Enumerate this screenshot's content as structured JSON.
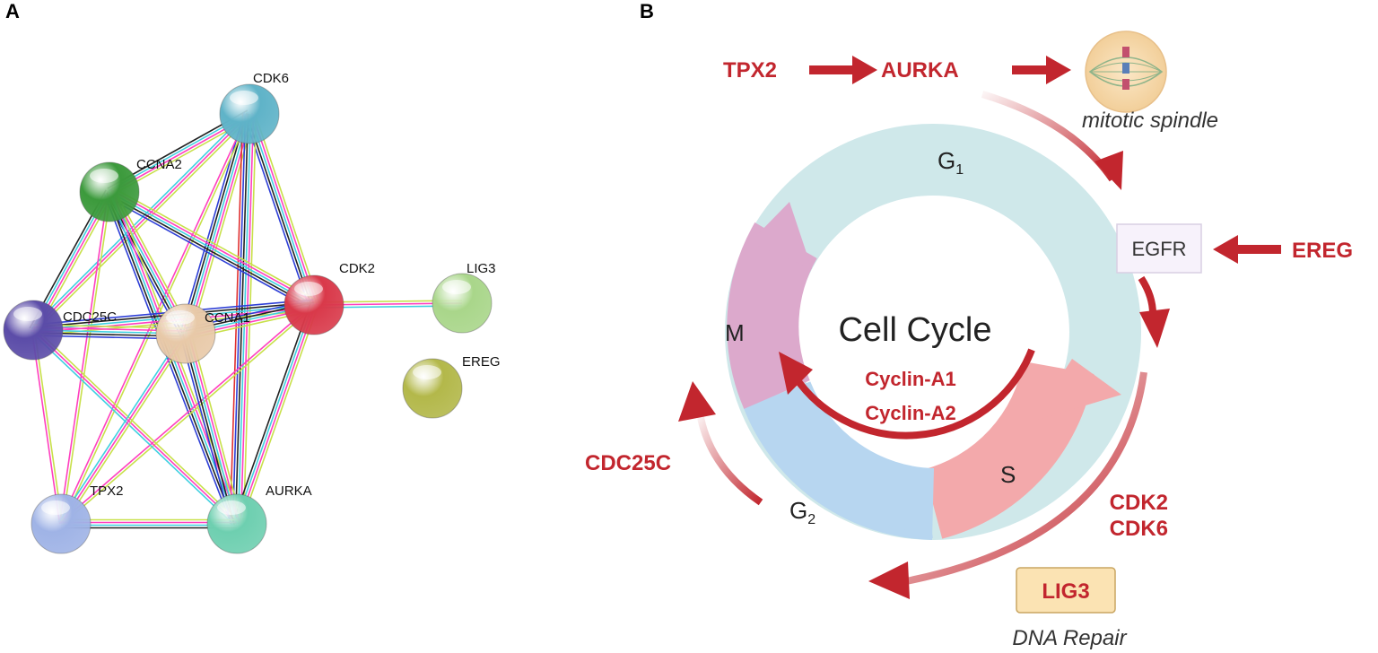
{
  "panel_a": {
    "label": "A",
    "nodes": [
      {
        "id": "CDK6",
        "label": "CDK6",
        "color": "#5fb3c8"
      },
      {
        "id": "CCNA2",
        "label": "CCNA2",
        "color": "#3c9a3c"
      },
      {
        "id": "CDK2",
        "label": "CDK2",
        "color": "#d9394a"
      },
      {
        "id": "LIG3",
        "label": "LIG3",
        "color": "#a9d68a"
      },
      {
        "id": "CDC25C",
        "label": "CDC25C",
        "color": "#5b4ca8"
      },
      {
        "id": "CCNA1",
        "label": "CCNA1",
        "color": "#e8c9a8"
      },
      {
        "id": "EREG",
        "label": "EREG",
        "color": "#b3b84a"
      },
      {
        "id": "TPX2",
        "label": "TPX2",
        "color": "#9fb3e6"
      },
      {
        "id": "AURKA",
        "label": "AURKA",
        "color": "#6ecfb0"
      }
    ],
    "edge_colors": [
      "#c8e04a",
      "#ff3fbf",
      "#3fd0e0",
      "#222222",
      "#2e3fd6",
      "#e03030"
    ]
  },
  "panel_b": {
    "label": "B",
    "center_title": "Cell Cycle",
    "inner_labels": [
      "Cyclin-A1",
      "Cyclin-A2"
    ],
    "phases": {
      "g1": {
        "letter": "G",
        "sub": "1"
      },
      "s": "S",
      "g2": {
        "letter": "G",
        "sub": "2"
      },
      "m": "M"
    },
    "tpx2": "TPX2",
    "aurka": "AURKA",
    "spindle_note": "mitotic spindle",
    "egfr": "EGFR",
    "ereg": "EREG",
    "cdk_labels": [
      "CDK2",
      "CDK6"
    ],
    "lig3": "LIG3",
    "dna_note": "DNA Repair",
    "cdc25c": "CDC25C",
    "colors": {
      "arrow_red": "#c2262e",
      "g1_ring": "#cfe8ea",
      "s_ring": "#f3a9ab",
      "g2_ring": "#b7d6f0",
      "m_ring": "#dca9cc",
      "egfr_fill": "#f7f2fb",
      "lig3_fill": "#fbe3b3"
    }
  }
}
